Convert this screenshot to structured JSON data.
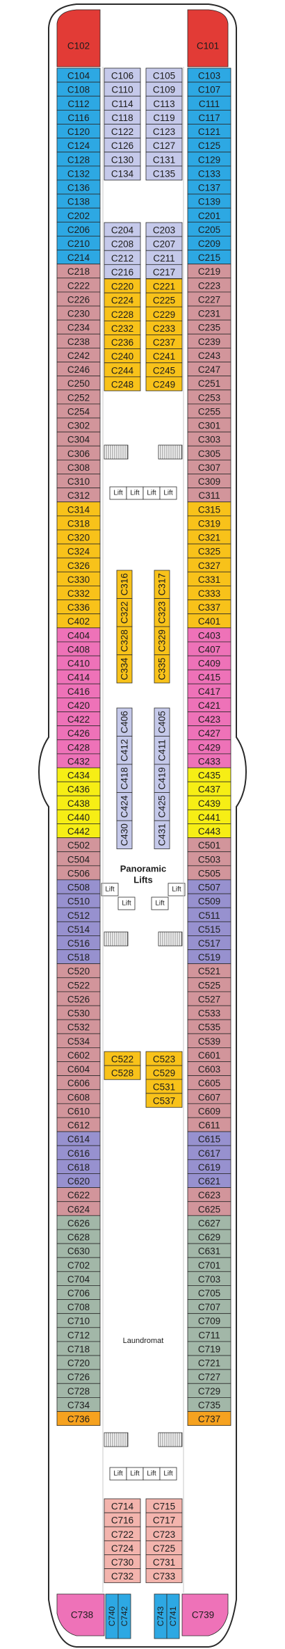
{
  "colors": {
    "red": "#e23b36",
    "blue": "#2da8e3",
    "lavender": "#c5c9ea",
    "rose": "#d2959b",
    "gold": "#f8c21a",
    "pink": "#ee72b8",
    "yellow": "#f6ee15",
    "purple": "#9791cf",
    "salmon": "#f3b4ad",
    "green": "#a2b7a8",
    "orange": "#f6a21f",
    "outline": "#2a2a2a",
    "dot": "#d6262a"
  },
  "icons": {
    "accessible": "wheelchair-icon",
    "connecting": "connecting-door-dot",
    "sofa-bed": "triangle-marker",
    "stairs": "stairs-icon"
  },
  "labels": {
    "lift": "Lift",
    "panoramic": [
      "Panoramic",
      "Lifts"
    ],
    "laundromat": "Laundromat"
  },
  "cabins": {
    "left_outer": [
      [
        "C104",
        "blue"
      ],
      [
        "C108",
        "blue"
      ],
      [
        "C112",
        "blue"
      ],
      [
        "C116",
        "blue"
      ],
      [
        "C120",
        "blue"
      ],
      [
        "C124",
        "blue"
      ],
      [
        "C128",
        "blue"
      ],
      [
        "C132",
        "blue"
      ],
      [
        "C136",
        "blue"
      ],
      [
        "C138",
        "blue"
      ],
      [
        "C202",
        "blue"
      ],
      [
        "C206",
        "blue"
      ],
      [
        "C210",
        "blue"
      ],
      [
        "C214",
        "blue"
      ],
      [
        "C218",
        "rose"
      ],
      [
        "C222",
        "rose"
      ],
      [
        "C226",
        "rose"
      ],
      [
        "C230",
        "rose"
      ],
      [
        "C234",
        "rose"
      ],
      [
        "C238",
        "rose"
      ],
      [
        "C242",
        "rose"
      ],
      [
        "C246",
        "rose"
      ],
      [
        "C250",
        "rose"
      ],
      [
        "C252",
        "rose"
      ],
      [
        "C254",
        "rose"
      ],
      [
        "C302",
        "rose"
      ],
      [
        "C304",
        "rose"
      ],
      [
        "C306",
        "rose"
      ],
      [
        "C308",
        "rose"
      ],
      [
        "C310",
        "rose"
      ],
      [
        "C312",
        "rose"
      ],
      [
        "C314",
        "gold"
      ],
      [
        "C318",
        "gold"
      ],
      [
        "C320",
        "gold"
      ],
      [
        "C324",
        "gold"
      ],
      [
        "C326",
        "gold"
      ],
      [
        "C330",
        "gold"
      ],
      [
        "C332",
        "gold"
      ],
      [
        "C336",
        "gold"
      ],
      [
        "C402",
        "gold"
      ],
      [
        "C404",
        "pink"
      ],
      [
        "C408",
        "pink"
      ],
      [
        "C410",
        "pink"
      ],
      [
        "C414",
        "pink"
      ],
      [
        "C416",
        "pink"
      ],
      [
        "C420",
        "pink"
      ],
      [
        "C422",
        "pink"
      ],
      [
        "C426",
        "pink"
      ],
      [
        "C428",
        "pink"
      ],
      [
        "C432",
        "pink"
      ],
      [
        "C434",
        "yellow"
      ],
      [
        "C436",
        "yellow"
      ],
      [
        "C438",
        "yellow"
      ],
      [
        "C440",
        "yellow"
      ],
      [
        "C442",
        "yellow"
      ],
      [
        "C502",
        "rose"
      ],
      [
        "C504",
        "rose"
      ],
      [
        "C506",
        "rose"
      ],
      [
        "C508",
        "purple"
      ],
      [
        "C510",
        "purple"
      ],
      [
        "C512",
        "purple"
      ],
      [
        "C514",
        "purple"
      ],
      [
        "C516",
        "purple"
      ],
      [
        "C518",
        "purple"
      ],
      [
        "C520",
        "rose"
      ],
      [
        "C522",
        "rose"
      ],
      [
        "C526",
        "rose"
      ],
      [
        "C530",
        "rose"
      ],
      [
        "C532",
        "rose"
      ],
      [
        "C534",
        "rose"
      ],
      [
        "C602",
        "rose"
      ],
      [
        "C604",
        "rose"
      ],
      [
        "C606",
        "rose"
      ],
      [
        "C608",
        "rose"
      ],
      [
        "C610",
        "rose"
      ],
      [
        "C612",
        "rose"
      ],
      [
        "C614",
        "purple"
      ],
      [
        "C616",
        "purple"
      ],
      [
        "C618",
        "purple"
      ],
      [
        "C620",
        "purple"
      ],
      [
        "C622",
        "rose"
      ],
      [
        "C624",
        "rose"
      ],
      [
        "C626",
        "green"
      ],
      [
        "C628",
        "green"
      ],
      [
        "C630",
        "green"
      ],
      [
        "C702",
        "green"
      ],
      [
        "C704",
        "green"
      ],
      [
        "C706",
        "green"
      ],
      [
        "C708",
        "green"
      ],
      [
        "C710",
        "green"
      ],
      [
        "C712",
        "green"
      ],
      [
        "C718",
        "green"
      ],
      [
        "C720",
        "green"
      ],
      [
        "C726",
        "green"
      ],
      [
        "C728",
        "green"
      ],
      [
        "C734",
        "green"
      ],
      [
        "C736",
        "orange"
      ]
    ],
    "right_outer": [
      [
        "C103",
        "blue"
      ],
      [
        "C107",
        "blue"
      ],
      [
        "C111",
        "blue"
      ],
      [
        "C117",
        "blue"
      ],
      [
        "C121",
        "blue"
      ],
      [
        "C125",
        "blue"
      ],
      [
        "C129",
        "blue"
      ],
      [
        "C133",
        "blue"
      ],
      [
        "C137",
        "blue"
      ],
      [
        "C139",
        "blue"
      ],
      [
        "C201",
        "blue"
      ],
      [
        "C205",
        "blue"
      ],
      [
        "C209",
        "blue"
      ],
      [
        "C215",
        "blue"
      ],
      [
        "C219",
        "rose"
      ],
      [
        "C223",
        "rose"
      ],
      [
        "C227",
        "rose"
      ],
      [
        "C231",
        "rose"
      ],
      [
        "C235",
        "rose"
      ],
      [
        "C239",
        "rose"
      ],
      [
        "C243",
        "rose"
      ],
      [
        "C247",
        "rose"
      ],
      [
        "C251",
        "rose"
      ],
      [
        "C253",
        "rose"
      ],
      [
        "C255",
        "rose"
      ],
      [
        "C301",
        "rose"
      ],
      [
        "C303",
        "rose"
      ],
      [
        "C305",
        "rose"
      ],
      [
        "C307",
        "rose"
      ],
      [
        "C309",
        "rose"
      ],
      [
        "C311",
        "rose"
      ],
      [
        "C315",
        "gold"
      ],
      [
        "C319",
        "gold"
      ],
      [
        "C321",
        "gold"
      ],
      [
        "C325",
        "gold"
      ],
      [
        "C327",
        "gold"
      ],
      [
        "C331",
        "gold"
      ],
      [
        "C333",
        "gold"
      ],
      [
        "C337",
        "gold"
      ],
      [
        "C401",
        "gold"
      ],
      [
        "C403",
        "pink"
      ],
      [
        "C407",
        "pink"
      ],
      [
        "C409",
        "pink"
      ],
      [
        "C415",
        "pink"
      ],
      [
        "C417",
        "pink"
      ],
      [
        "C421",
        "pink"
      ],
      [
        "C423",
        "pink"
      ],
      [
        "C427",
        "pink"
      ],
      [
        "C429",
        "pink"
      ],
      [
        "C433",
        "pink"
      ],
      [
        "C435",
        "yellow"
      ],
      [
        "C437",
        "yellow"
      ],
      [
        "C439",
        "yellow"
      ],
      [
        "C441",
        "yellow"
      ],
      [
        "C443",
        "yellow"
      ],
      [
        "C501",
        "rose"
      ],
      [
        "C503",
        "rose"
      ],
      [
        "C505",
        "rose"
      ],
      [
        "C507",
        "purple"
      ],
      [
        "C509",
        "purple"
      ],
      [
        "C511",
        "purple"
      ],
      [
        "C515",
        "purple"
      ],
      [
        "C517",
        "purple"
      ],
      [
        "C519",
        "purple"
      ],
      [
        "C521",
        "rose"
      ],
      [
        "C525",
        "rose"
      ],
      [
        "C527",
        "rose"
      ],
      [
        "C533",
        "rose"
      ],
      [
        "C535",
        "rose"
      ],
      [
        "C539",
        "rose"
      ],
      [
        "C601",
        "rose"
      ],
      [
        "C603",
        "rose"
      ],
      [
        "C605",
        "rose"
      ],
      [
        "C607",
        "rose"
      ],
      [
        "C609",
        "rose"
      ],
      [
        "C611",
        "rose"
      ],
      [
        "C615",
        "purple"
      ],
      [
        "C617",
        "purple"
      ],
      [
        "C619",
        "purple"
      ],
      [
        "C621",
        "purple"
      ],
      [
        "C623",
        "rose"
      ],
      [
        "C625",
        "rose"
      ],
      [
        "C627",
        "green"
      ],
      [
        "C629",
        "green"
      ],
      [
        "C631",
        "green"
      ],
      [
        "C701",
        "green"
      ],
      [
        "C703",
        "green"
      ],
      [
        "C705",
        "green"
      ],
      [
        "C707",
        "green"
      ],
      [
        "C709",
        "green"
      ],
      [
        "C711",
        "green"
      ],
      [
        "C719",
        "green"
      ],
      [
        "C721",
        "green"
      ],
      [
        "C727",
        "green"
      ],
      [
        "C729",
        "green"
      ],
      [
        "C735",
        "green"
      ],
      [
        "C737",
        "orange"
      ]
    ],
    "inner_left_top": [
      "C106",
      "C110",
      "C114",
      "C118",
      "C122",
      "C126",
      "C130",
      "C134"
    ],
    "inner_right_top": [
      "C105",
      "C109",
      "C113",
      "C119",
      "C123",
      "C127",
      "C131",
      "C135"
    ],
    "inner_left_2": [
      "C204",
      "C208",
      "C212",
      "C216"
    ],
    "inner_right_2": [
      "C203",
      "C207",
      "C211",
      "C217"
    ],
    "inner_left_gold": [
      "C220",
      "C224",
      "C228",
      "C232",
      "C236",
      "C240",
      "C244",
      "C248"
    ],
    "inner_right_gold": [
      "C221",
      "C225",
      "C229",
      "C233",
      "C237",
      "C241",
      "C245",
      "C249"
    ],
    "vert_gold_left": [
      "C316",
      "C322",
      "C328",
      "C334"
    ],
    "vert_gold_right": [
      "C317",
      "C323",
      "C329",
      "C335"
    ],
    "vert_lav_left": [
      "C406",
      "C412",
      "C418",
      "C424",
      "C430"
    ],
    "vert_lav_right": [
      "C405",
      "C411",
      "C419",
      "C425",
      "C431"
    ],
    "mid_left": [
      "C522",
      "C528"
    ],
    "mid_right": [
      "C523",
      "C529",
      "C531",
      "C537"
    ],
    "bottom_left": [
      "C714",
      "C716",
      "C722",
      "C724",
      "C730",
      "C732"
    ],
    "bottom_right": [
      "C715",
      "C717",
      "C723",
      "C725",
      "C731",
      "C733"
    ],
    "bow": [
      "C102",
      "C101"
    ],
    "stern": [
      "C738",
      "C740",
      "C742",
      "C743",
      "C741",
      "C739"
    ]
  }
}
